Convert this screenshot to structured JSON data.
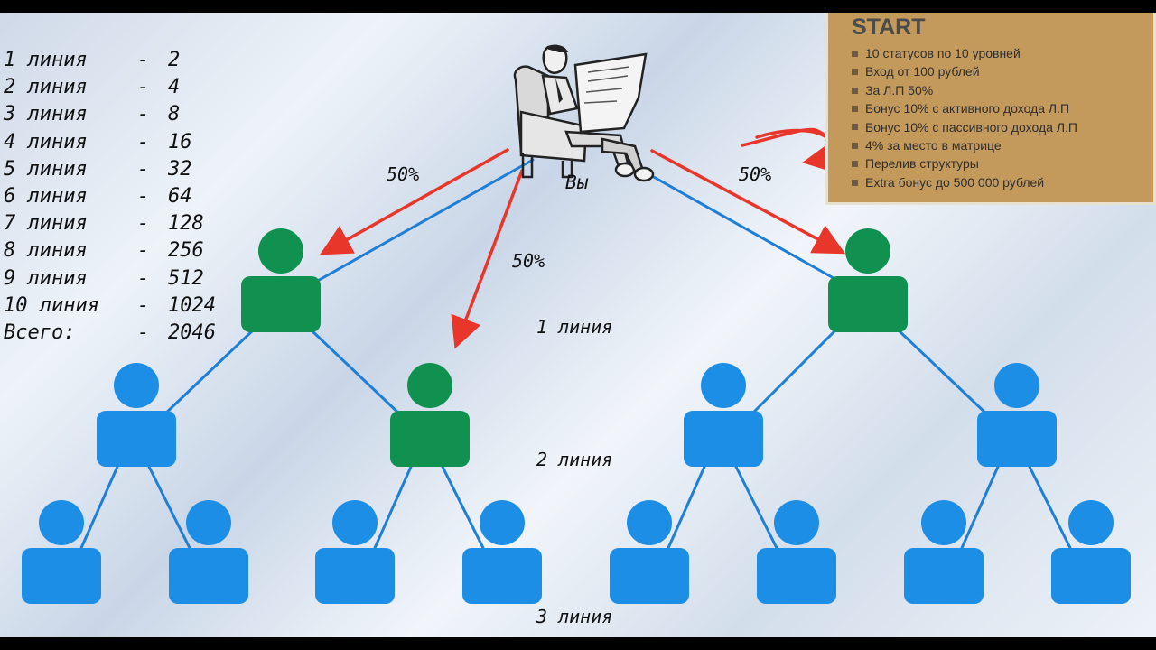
{
  "line_counts": [
    {
      "label": "1 линия",
      "dash": "-",
      "value": "2"
    },
    {
      "label": "2 линия",
      "dash": "-",
      "value": "4"
    },
    {
      "label": "3 линия",
      "dash": "-",
      "value": "8"
    },
    {
      "label": "4 линия",
      "dash": "-",
      "value": "16"
    },
    {
      "label": "5 линия",
      "dash": "-",
      "value": "32"
    },
    {
      "label": "6 линия",
      "dash": "-",
      "value": "64"
    },
    {
      "label": "7 линия",
      "dash": "-",
      "value": "128"
    },
    {
      "label": "8 линия",
      "dash": "-",
      "value": "256"
    },
    {
      "label": "9 линия",
      "dash": "-",
      "value": "512"
    },
    {
      "label": "10 линия",
      "dash": "-",
      "value": "1024"
    },
    {
      "label": "Всего:",
      "dash": "-",
      "value": "2046"
    }
  ],
  "you_label": "Вы",
  "percent_labels": {
    "left": "50%",
    "center": "50%",
    "right": "50%"
  },
  "level_labels": {
    "line1": "1 линия",
    "line2": "2 линия",
    "line3": "3 линия"
  },
  "start_panel": {
    "title": "START",
    "items": [
      "10 статусов по 10 уровней",
      "Вход от 100 рублей",
      "За Л.П 50%",
      "Бонус 10% с активного дохода Л.П",
      "Бонус 10% с пассивного дохода Л.П",
      "4% за место в матрице",
      "Перелив структуры",
      "Extra бонус до 500 000 рублей"
    ]
  },
  "colors": {
    "green_node": "#11914f",
    "blue_node": "#1c8ee6",
    "connector": "#1f7fd6",
    "arrow": "#e8372a",
    "panel": "#c49a5c"
  }
}
